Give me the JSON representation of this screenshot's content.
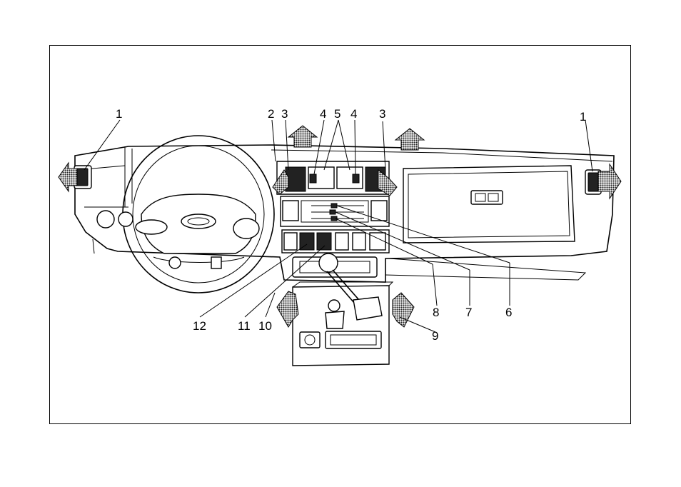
{
  "callouts": [
    {
      "id": "left-vent",
      "label": "1"
    },
    {
      "id": "right-vent",
      "label": "1"
    },
    {
      "id": "2",
      "label": "2"
    },
    {
      "id": "3-left",
      "label": "3"
    },
    {
      "id": "3-right",
      "label": "3"
    },
    {
      "id": "4-left",
      "label": "4"
    },
    {
      "id": "5",
      "label": "5"
    },
    {
      "id": "4-right",
      "label": "4"
    },
    {
      "id": "12",
      "label": "12"
    },
    {
      "id": "11",
      "label": "11"
    },
    {
      "id": "10",
      "label": "10"
    },
    {
      "id": "8",
      "label": "8"
    },
    {
      "id": "7",
      "label": "7"
    },
    {
      "id": "6",
      "label": "6"
    },
    {
      "id": "9",
      "label": "9"
    }
  ],
  "colors": {
    "line": "#000000",
    "background": "#ffffff",
    "arrow_fill": "#555555"
  }
}
